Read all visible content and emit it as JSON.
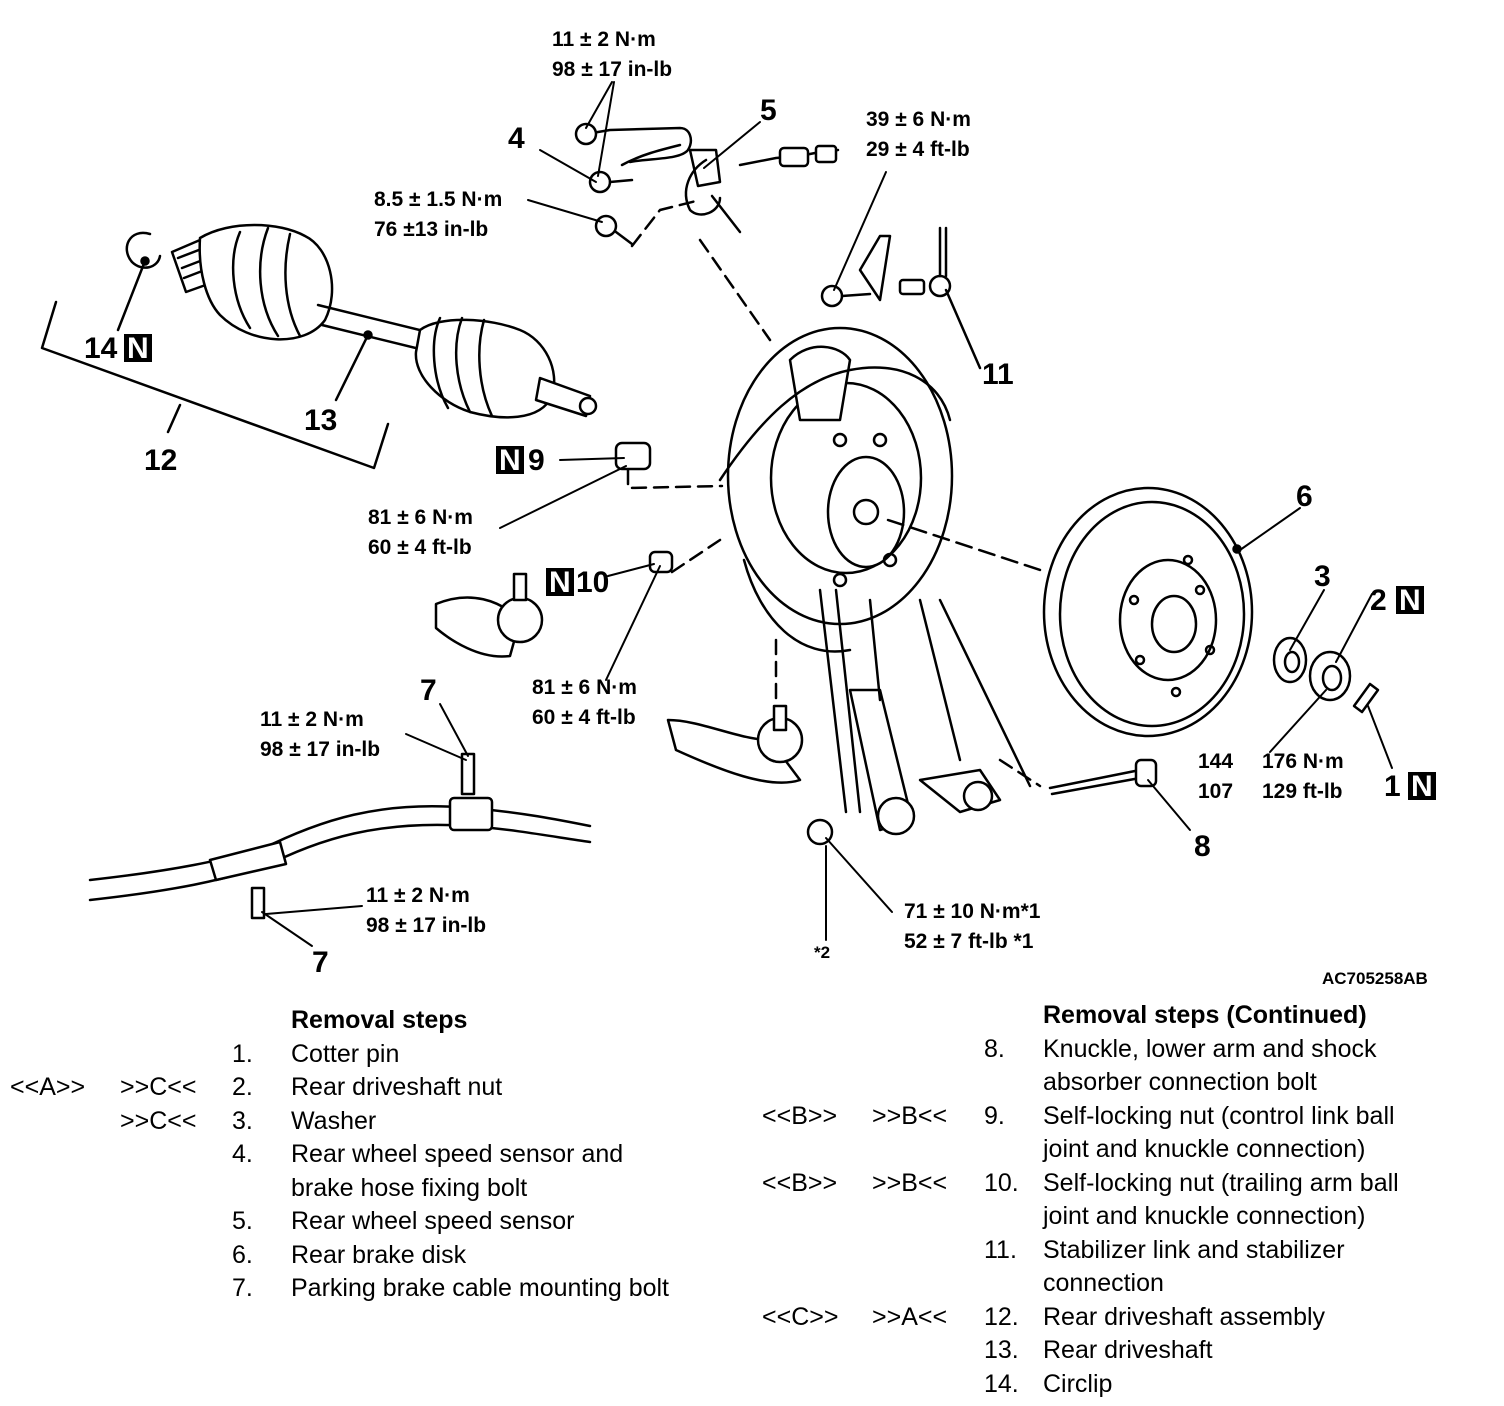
{
  "figure_code": "AC705258AB",
  "callouts": {
    "c1": "1",
    "c2": "2",
    "c3": "3",
    "c4": "4",
    "c5": "5",
    "c6": "6",
    "c7a": "7",
    "c7b": "7",
    "c8": "8",
    "c9": "9",
    "c10": "10",
    "c11": "11",
    "c12": "12",
    "c13": "13",
    "c14": "14",
    "new_mark": "N",
    "star2": "*2"
  },
  "torques": {
    "sensor_top_nm": "11 ± 2 N·m",
    "sensor_top_in": "98 ± 17 in-lb",
    "hose_nm": "8.5 ± 1.5 N·m",
    "hose_in": "76 ±13 in-lb",
    "stab_nm": "39 ± 6 N·m",
    "stab_ft": "29 ± 4 ft-lb",
    "nut9_nm": "81 ± 6 N·m",
    "nut9_ft": "60 ± 4 ft-lb",
    "nut10_nm": "81 ± 6 N·m",
    "nut10_ft": "60 ± 4 ft-lb",
    "cable_upper_nm": "11 ± 2 N·m",
    "cable_upper_in": "98 ± 17 in-lb",
    "cable_lower_nm": "11 ± 2 N·m",
    "cable_lower_in": "98 ± 17 in-lb",
    "drive_nut_a": "144",
    "drive_nut_b": "176 N·m",
    "drive_nut_c": "107",
    "drive_nut_d": "129 ft-lb",
    "lower_nm": "71 ± 10 N·m*1",
    "lower_ft": "52 ± 7 ft-lb *1"
  },
  "steps_left": {
    "title": "Removal steps",
    "items": [
      {
        "c1": "",
        "c2": "",
        "num": "1.",
        "lines": [
          "Cotter pin"
        ]
      },
      {
        "c1": "<<A>>",
        "c2": ">>C<<",
        "num": "2.",
        "lines": [
          "Rear driveshaft nut"
        ]
      },
      {
        "c1": "",
        "c2": ">>C<<",
        "num": "3.",
        "lines": [
          "Washer"
        ]
      },
      {
        "c1": "",
        "c2": "",
        "num": "4.",
        "lines": [
          "Rear wheel speed sensor and",
          "brake hose fixing bolt"
        ]
      },
      {
        "c1": "",
        "c2": "",
        "num": "5.",
        "lines": [
          "Rear wheel speed sensor"
        ]
      },
      {
        "c1": "",
        "c2": "",
        "num": "6.",
        "lines": [
          "Rear brake disk"
        ]
      },
      {
        "c1": "",
        "c2": "",
        "num": "7.",
        "lines": [
          "Parking brake cable mounting bolt"
        ]
      }
    ]
  },
  "steps_right": {
    "title": "Removal steps (Continued)",
    "items": [
      {
        "c1": "",
        "c2": "",
        "num": "8.",
        "lines": [
          "Knuckle, lower arm and shock",
          "absorber connection bolt"
        ]
      },
      {
        "c1": "<<B>>",
        "c2": ">>B<<",
        "num": "9.",
        "lines": [
          "Self-locking nut (control link ball",
          "joint and knuckle connection)"
        ]
      },
      {
        "c1": "<<B>>",
        "c2": ">>B<<",
        "num": "10.",
        "lines": [
          "Self-locking nut (trailing arm ball",
          "joint and knuckle connection)"
        ]
      },
      {
        "c1": "",
        "c2": "",
        "num": "11.",
        "lines": [
          "Stabilizer link and stabilizer",
          "connection"
        ]
      },
      {
        "c1": "<<C>>",
        "c2": ">>A<<",
        "num": "12.",
        "lines": [
          "Rear driveshaft assembly"
        ]
      },
      {
        "c1": "",
        "c2": "",
        "num": "13.",
        "lines": [
          "Rear driveshaft"
        ]
      },
      {
        "c1": "",
        "c2": "",
        "num": "14.",
        "lines": [
          "Circlip"
        ]
      }
    ]
  }
}
